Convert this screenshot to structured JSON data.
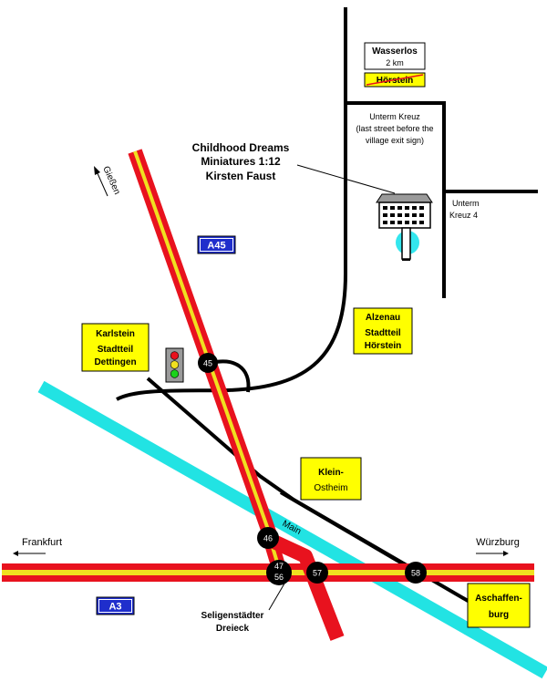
{
  "colors": {
    "motorway_outer": "#e8121e",
    "motorway_center": "#f0e020",
    "river": "#22e3e3",
    "road": "#000000",
    "label_box_fill": "#ffff00",
    "shield_fill": "#1f2ecc",
    "junction_fill": "#000000",
    "traffic_light_body": "#9a9a9a",
    "pond": "#33e6ee"
  },
  "title_block": {
    "line1": "Childhood Dreams",
    "line2": "Miniatures 1:12",
    "line3": "Kirsten Faust"
  },
  "signs": {
    "wasserlos_name": "Wasserlos",
    "wasserlos_distance": "2 km",
    "horstein_sign": "Hörstein"
  },
  "street_labels": {
    "unterm_kreuz_line1": "Unterm Kreuz",
    "unterm_kreuz_line2": "(last street before the",
    "unterm_kreuz_line3": "village exit sign)",
    "unterm_kreuz4_line1": "Unterm",
    "unterm_kreuz4_line2": "Kreuz 4"
  },
  "motorway_shields": {
    "a45": "A45",
    "a3": "A3"
  },
  "junctions": {
    "j45": "45",
    "j46": "46",
    "j47_56_top": "47",
    "j47_56_bottom": "56",
    "j57": "57",
    "j58": "58"
  },
  "place_boxes": {
    "karlstein_line1": "Karlstein",
    "karlstein_line2": "Stadtteil",
    "karlstein_line3": "Dettingen",
    "alzenau_line1": "Alzenau",
    "alzenau_line2": "Stadtteil",
    "alzenau_line3": "Hörstein",
    "kleinostheim_line1": "Klein-",
    "kleinostheim_line2": "Ostheim",
    "aschaffenburg_line1": "Aschaffen-",
    "aschaffenburg_line2": "burg"
  },
  "directions": {
    "giessen": "Gießen",
    "frankfurt": "Frankfurt",
    "wurzburg": "Würzburg"
  },
  "river_label": "Main",
  "interchange_label": {
    "line1": "Seligenstädter",
    "line2": "Dreieck"
  }
}
